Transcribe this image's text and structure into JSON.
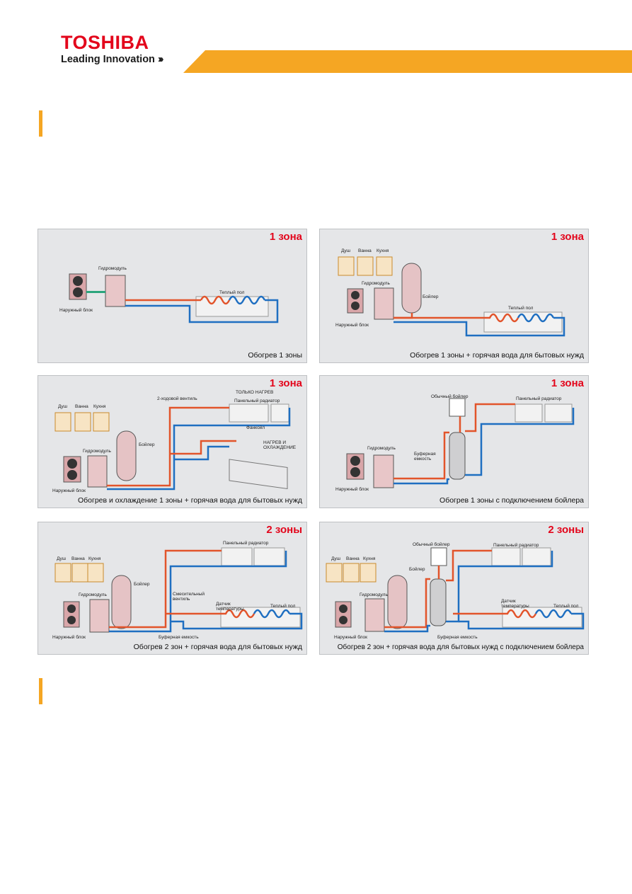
{
  "brand": {
    "name": "TOSHIBA",
    "tagline": "Leading Innovation"
  },
  "colors": {
    "brand_red": "#e3051b",
    "accent_orange": "#f5a623",
    "pipe_hot": "#e2542b",
    "pipe_cold": "#1f6fc1"
  },
  "panels": [
    {
      "zone": "1 зона",
      "caption": "Обогрев 1 зоны",
      "labels": {
        "hydromodule": "Гидромодуль",
        "outdoor": "Наружный блок",
        "floor": "Теплый пол"
      }
    },
    {
      "zone": "1 зона",
      "caption": "Обогрев 1 зоны + горячая вода для бытовых нужд",
      "labels": {
        "shower": "Душ",
        "bath": "Ванна",
        "kitchen": "Кухня",
        "hydromodule": "Гидромодуль",
        "boiler": "Бойлер",
        "outdoor": "Наружный блок",
        "floor": "Теплый пол"
      }
    },
    {
      "zone": "1 зона",
      "caption": "Обогрев и охлаждение 1 зоны + горячая вода для бытовых нужд",
      "labels": {
        "shower": "Душ",
        "bath": "Ванна",
        "kitchen": "Кухня",
        "valve": "2-ходовой вентиль",
        "heating_only": "ТОЛЬКО НАГРЕВ",
        "radiator": "Панельный радиатор",
        "boiler": "Бойлер",
        "hydromodule": "Гидромодуль",
        "fancoil": "Фанкойл",
        "heat_cool": "НАГРЕВ И ОХЛАЖДЕНИЕ",
        "outdoor": "Наружный блок"
      }
    },
    {
      "zone": "1 зона",
      "caption": "Обогрев 1 зоны с подключением бойлера",
      "labels": {
        "regular_boiler": "Обычный бойлер",
        "radiator": "Панельный радиатор",
        "hydromodule": "Гидромодуль",
        "buffer": "Буферная емкость",
        "outdoor": "Наружный блок"
      }
    },
    {
      "zone": "2 зоны",
      "caption": "Обогрев 2 зон + горячая вода для бытовых нужд",
      "labels": {
        "shower": "Душ",
        "bath": "Ванна",
        "kitchen": "Кухня",
        "radiator": "Панельный радиатор",
        "boiler": "Бойлер",
        "hydromodule": "Гидромодуль",
        "mixing_valve": "Смесительный вентиль",
        "temp_sensor": "Датчик температуры",
        "floor": "Теплый пол",
        "outdoor": "Наружный блок",
        "buffer": "Буферная емкость"
      }
    },
    {
      "zone": "2 зоны",
      "caption": "Обогрев 2 зон + горячая вода для бытовых нужд с подключением бойлера",
      "labels": {
        "shower": "Душ",
        "bath": "Ванна",
        "kitchen": "Кухня",
        "regular_boiler": "Обычный бойлер",
        "radiator": "Панельный радиатор",
        "boiler": "Бойлер",
        "hydromodule": "Гидромодуль",
        "temp_sensor": "Датчик температуры",
        "floor": "Теплый пол",
        "outdoor": "Наружный блок",
        "buffer": "Буферная емкость"
      }
    }
  ]
}
